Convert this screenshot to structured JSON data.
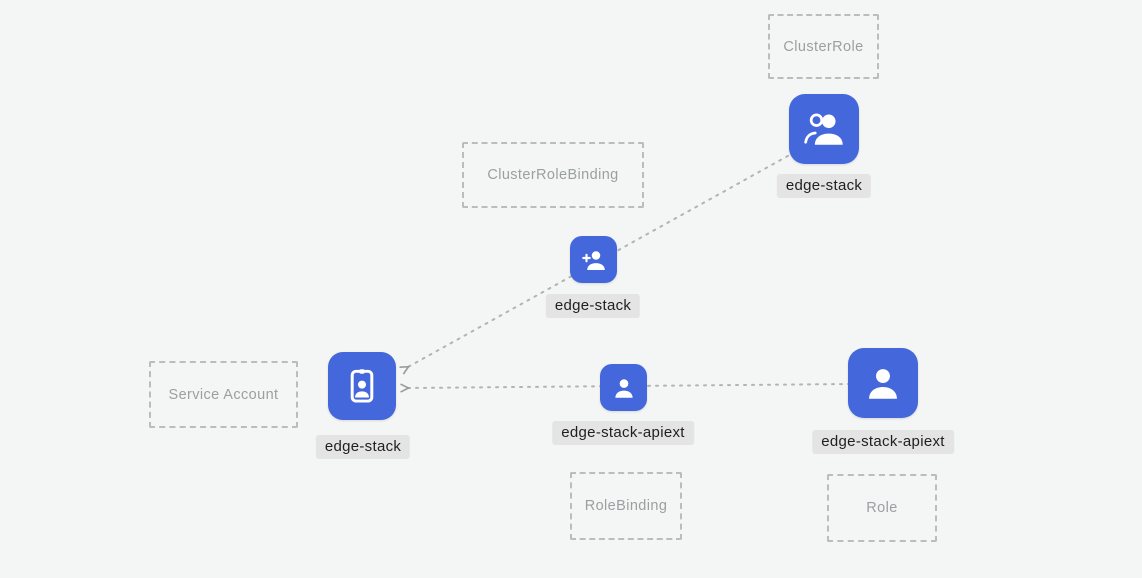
{
  "canvas": {
    "background": "#f4f6f6",
    "accent_blue": "#4468db",
    "label_bg": "#e4e4e4",
    "dashed_border": "#b9bdbd"
  },
  "groups": {
    "cluster_role": {
      "box_label": "ClusterRole",
      "node_label": "edge-stack"
    },
    "cluster_role_binding": {
      "box_label": "ClusterRoleBinding",
      "node_label": "edge-stack"
    },
    "service_account": {
      "box_label": "Service Account",
      "node_label": "edge-stack"
    },
    "role_binding": {
      "box_label": "RoleBinding",
      "node_label": "edge-stack-apiext"
    },
    "role": {
      "box_label": "Role",
      "node_label": "edge-stack-apiext"
    }
  },
  "edges": [
    {
      "from": "cluster-role",
      "via": "cluster-role-binding",
      "to": "service-account",
      "style": "dotted-arrow"
    },
    {
      "from": "role",
      "via": "role-binding",
      "to": "service-account",
      "style": "dotted-arrow"
    }
  ]
}
